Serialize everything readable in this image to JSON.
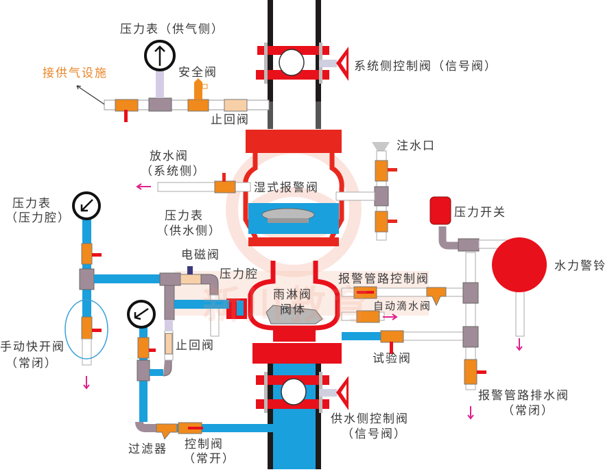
{
  "diagram": {
    "title": "湿式报警阀 / 雨淋阀 系统组成示意图",
    "watermark": "新川教育",
    "colors": {
      "pipe_water": "#1aa0dc",
      "pipe_air": "#ffffff",
      "valve_body": "#e8281e",
      "valve_fitting": "#f08a1c",
      "tee_fitting": "#a08c98",
      "flow_arrow": "#e0208c",
      "riser_dark": "#1e1a1a",
      "alarm_bell": "#e8101a",
      "label_orange": "#e8862a"
    },
    "labels": {
      "gauge_air_side": "压力表（供气侧）",
      "air_supply": "接供气设施",
      "safety_valve": "安全阀",
      "check_valve_top": "止回阀",
      "system_control_valve": "系统侧控制阀（信号阀）",
      "drain_valve_line1": "放水阀",
      "drain_valve_line2": "（系统侧）",
      "water_inlet": "注水口",
      "wet_alarm_valve": "湿式报警阀",
      "gauge_chamber_line1": "压力表",
      "gauge_chamber_line2": "（压力腔）",
      "gauge_supply_line1": "压力表",
      "gauge_supply_line2": "（供水侧）",
      "pressure_switch": "压力开关",
      "solenoid_valve": "电磁阀",
      "pressure_chamber": "压力腔",
      "alarm_line_control_valve": "报警管路控制阀",
      "water_motor_gong": "水力警铃",
      "deluge_body_line1": "雨淋阀",
      "deluge_body_line2": "阀体",
      "auto_drip_valve": "自动滴水阀",
      "manual_release_line1": "手动快开阀",
      "manual_release_line2": "（常闭）",
      "check_valve_bottom": "止回阀",
      "test_valve": "试验阀",
      "alarm_line_drain_line1": "报警管路排水阀",
      "alarm_line_drain_line2": "（常闭）",
      "supply_control_valve_line1": "供水侧控制阀",
      "supply_control_valve_line2": "（信号阀）",
      "strainer": "过滤器",
      "control_valve_line1": "控制阀",
      "control_valve_line2": "（常开）"
    }
  }
}
